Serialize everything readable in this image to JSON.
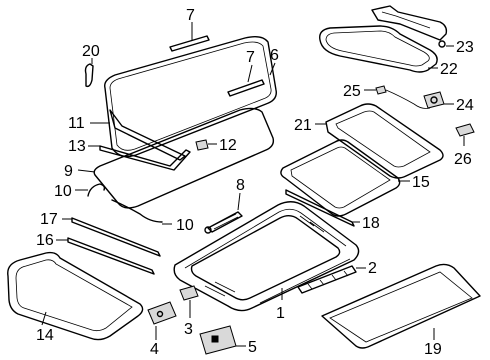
{
  "callouts": {
    "c1": "1",
    "c2": "2",
    "c3": "3",
    "c4": "4",
    "c5": "5",
    "c6": "6",
    "c7a": "7",
    "c7b": "7",
    "c8": "8",
    "c9": "9",
    "c10a": "10",
    "c10b": "10",
    "c11": "11",
    "c12": "12",
    "c13": "13",
    "c14": "14",
    "c15": "15",
    "c16": "16",
    "c17": "17",
    "c18": "18",
    "c19": "19",
    "c20": "20",
    "c21": "21",
    "c22": "22",
    "c23": "23",
    "c24": "24",
    "c25": "25",
    "c26": "26"
  }
}
